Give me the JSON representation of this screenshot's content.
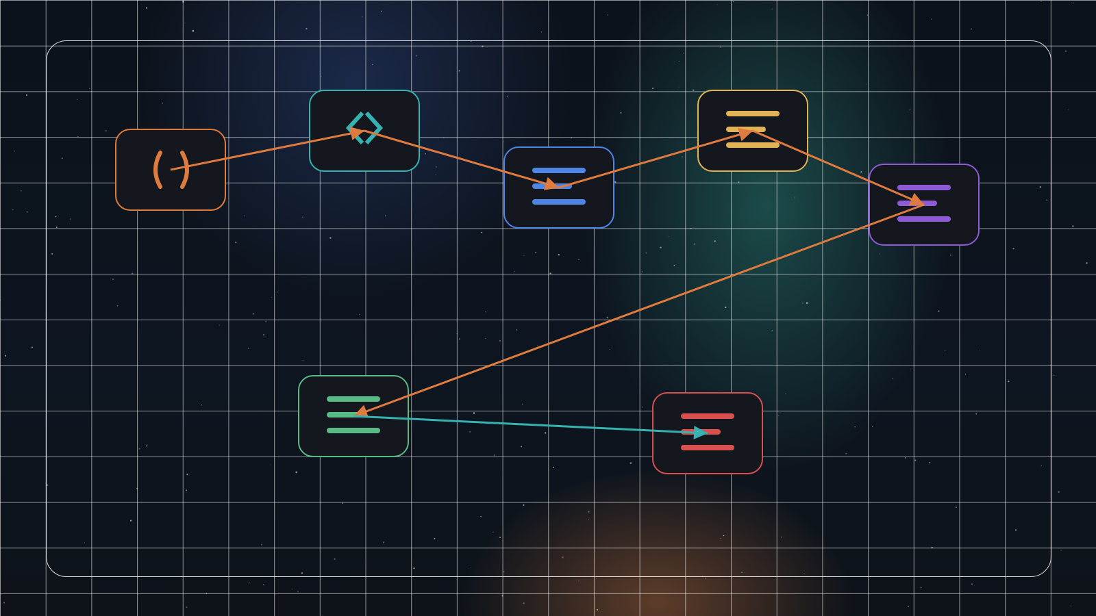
{
  "nodes": [
    {
      "id": "n1",
      "icon": "parentheses-icon",
      "color": "#e07b3f"
    },
    {
      "id": "n2",
      "icon": "diamond-icon",
      "color": "#36b3b0"
    },
    {
      "id": "n3",
      "icon": "list-lines-icon",
      "color": "#4f86e6"
    },
    {
      "id": "n4",
      "icon": "list-lines-icon",
      "color": "#e2b354"
    },
    {
      "id": "n5",
      "icon": "list-lines-icon",
      "color": "#8e5ad6"
    },
    {
      "id": "n6",
      "icon": "list-lines-icon",
      "color": "#5aba86"
    },
    {
      "id": "n7",
      "icon": "list-lines-icon",
      "color": "#d9504f"
    }
  ],
  "edges": [
    {
      "from": "n1",
      "to": "n2",
      "color": "#e07b3f"
    },
    {
      "from": "n2",
      "to": "n3",
      "color": "#e07b3f"
    },
    {
      "from": "n3",
      "to": "n4",
      "color": "#e07b3f"
    },
    {
      "from": "n4",
      "to": "n5",
      "color": "#e07b3f"
    },
    {
      "from": "n5",
      "to": "n6",
      "color": "#e07b3f"
    },
    {
      "from": "n6",
      "to": "n7",
      "color": "#36b3b0"
    }
  ]
}
